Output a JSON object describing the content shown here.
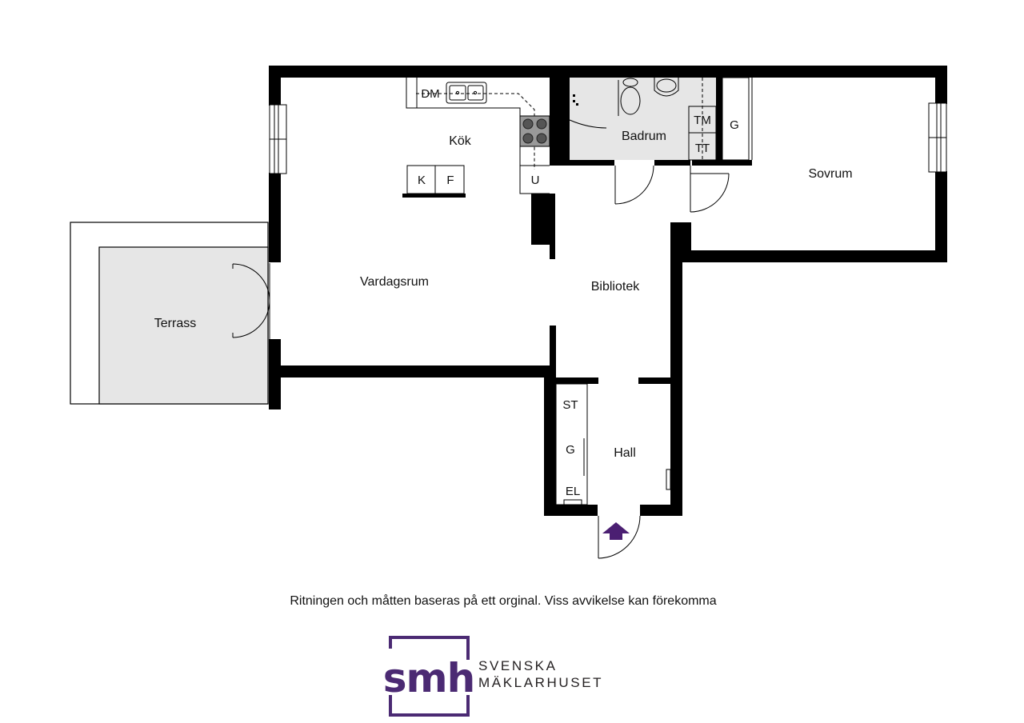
{
  "rooms": {
    "kok": "Kök",
    "badrum": "Badrum",
    "sovrum": "Sovrum",
    "vardagsrum": "Vardagsrum",
    "bibliotek": "Bibliotek",
    "terrass": "Terrass",
    "hall": "Hall"
  },
  "fixtures": {
    "dm": "DM",
    "k": "K",
    "f": "F",
    "u": "U",
    "tm": "TM",
    "tt": "TT",
    "g_bedroom": "G",
    "st": "ST",
    "g_hall": "G",
    "el": "EL"
  },
  "disclaimer": "Ritningen och måtten baseras på ett orginal. Viss avvikelse kan förekomma",
  "brand": {
    "logo_text": "smh",
    "line1": "SVENSKA",
    "line2": "MÄKLARHUSET"
  },
  "colors": {
    "wall": "#000000",
    "floor_grey": "#e6e6e6",
    "brand_purple": "#4b2a73",
    "entry_arrow": "#4b1f72"
  },
  "icons": {
    "entrance": "entrance-arrow-icon",
    "logo": "smh-logo-icon"
  }
}
